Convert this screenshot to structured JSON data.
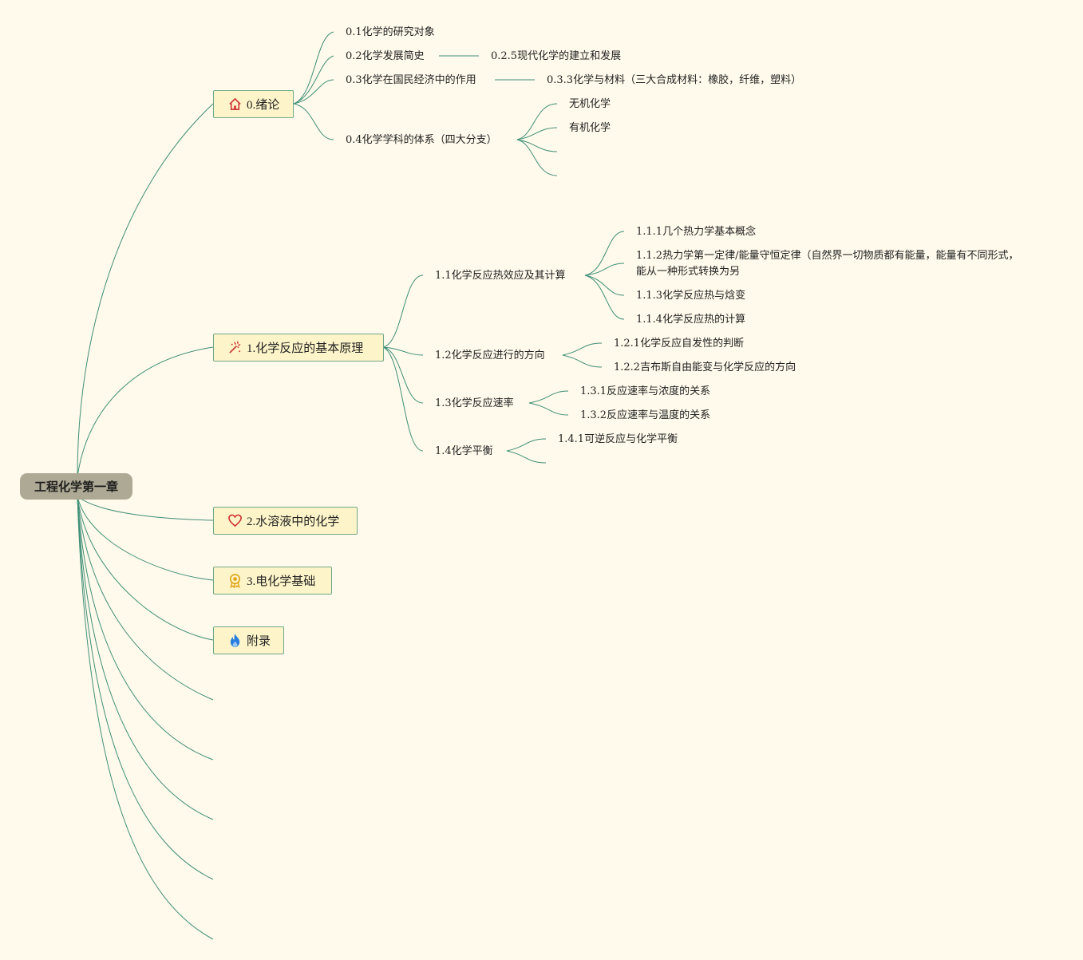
{
  "root": {
    "label": "工程化学第一章"
  },
  "topics": [
    {
      "label": "0.绪论",
      "icon": "house-icon"
    },
    {
      "label": "1.化学反应的基本原理",
      "icon": "magic-wand-icon"
    },
    {
      "label": "2.水溶液中的化学",
      "icon": "heart-icon"
    },
    {
      "label": "3.电化学基础",
      "icon": "medal-icon"
    },
    {
      "label": "附录",
      "icon": "flame-icon"
    }
  ],
  "intro": {
    "items": [
      "0.1化学的研究对象",
      "0.2化学发展简史",
      "0.3化学在国民经济中的作用",
      "0.4化学学科的体系（四大分支）"
    ],
    "history_child": "0.2.5现代化学的建立和发展",
    "economy_child": "0.3.3化学与材料（三大合成材料：橡胶，纤维，塑料）",
    "branches": [
      "无机化学",
      "有机化学"
    ]
  },
  "principles": {
    "items": [
      "1.1化学反应热效应及其计算",
      "1.2化学反应进行的方向",
      "1.3化学反应速率",
      "1.4化学平衡"
    ],
    "thermo": [
      "1.1.1几个热力学基本概念",
      "1.1.2热力学第一定律/能量守恒定律（自然界一切物质都有能量，能量有不同形式，能从一种形式转换为另",
      "1.1.3化学反应热与焓变",
      "1.1.4化学反应热的计算"
    ],
    "direction": [
      "1.2.1化学反应自发性的判断",
      "1.2.2吉布斯自由能变与化学反应的方向"
    ],
    "rate": [
      "1.3.1反应速率与浓度的关系",
      "1.3.2反应速率与温度的关系"
    ],
    "equilibrium": [
      "1.4.1可逆反应与化学平衡"
    ]
  },
  "colors": {
    "background": "#fffaeb",
    "root_fill": "#aea994",
    "topic_fill": "#fdf5c9",
    "topic_border": "#6ea888",
    "connector": "#3f8f78"
  }
}
